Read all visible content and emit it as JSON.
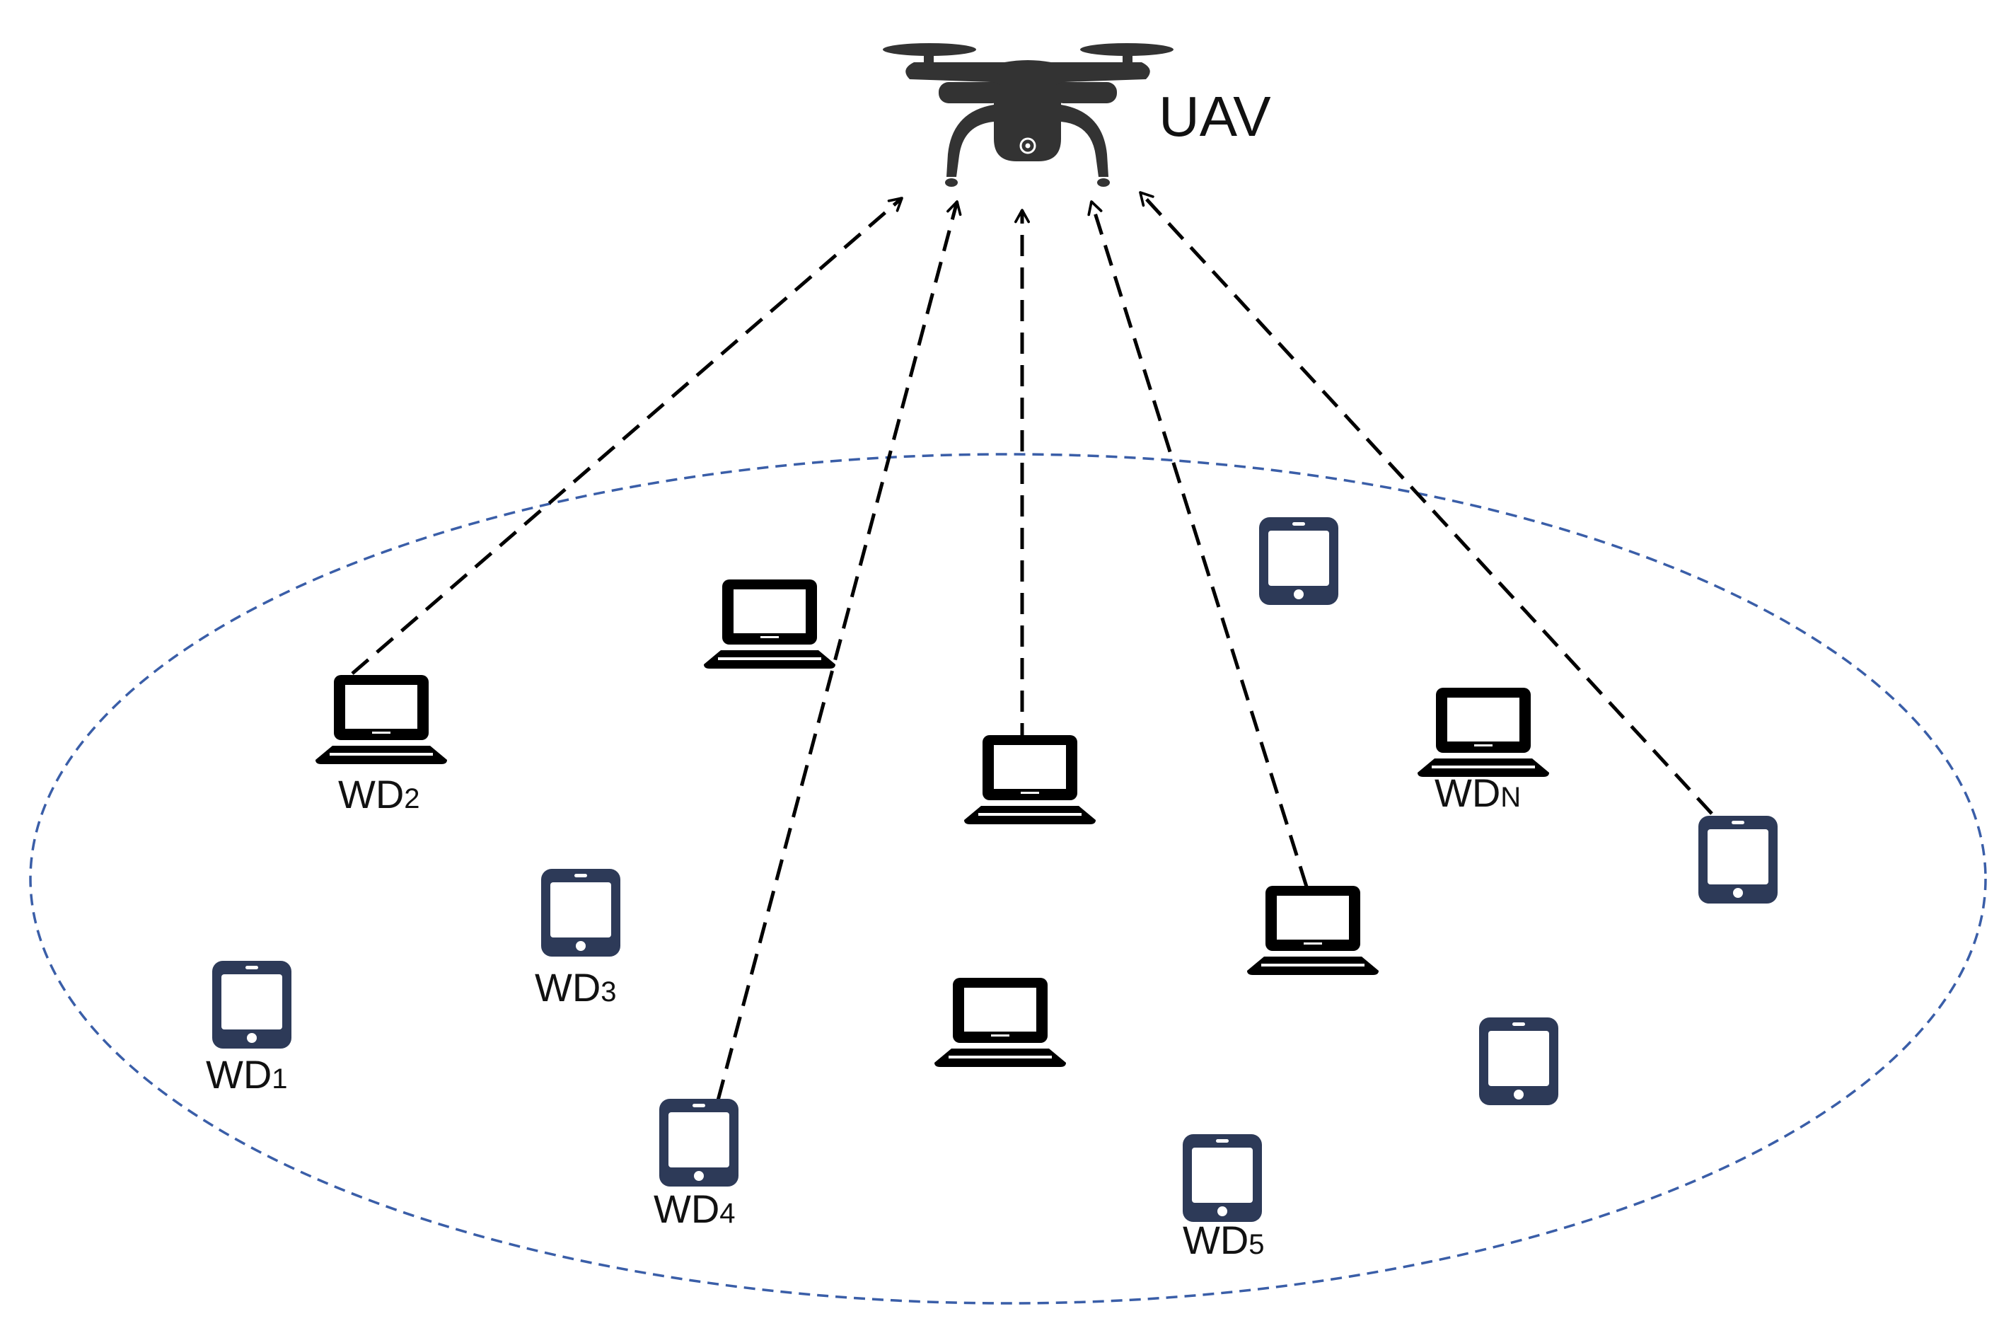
{
  "uav": {
    "label": "UAV"
  },
  "devices": [
    {
      "id": "wd1",
      "kind": "tablet",
      "label": "WD",
      "sub": "1",
      "linked": false
    },
    {
      "id": "wd2",
      "kind": "laptop",
      "label": "WD",
      "sub": "2",
      "linked": true
    },
    {
      "id": "wd3",
      "kind": "tablet",
      "label": "WD",
      "sub": "3",
      "linked": false
    },
    {
      "id": "wd4",
      "kind": "tablet",
      "label": "WD",
      "sub": "4",
      "linked": true
    },
    {
      "id": "wd5",
      "kind": "tablet",
      "label": "WD",
      "sub": "5",
      "linked": false
    },
    {
      "id": "wdn",
      "kind": "laptop",
      "label": "WD",
      "sub": "N",
      "linked": false
    },
    {
      "id": "laptop-a",
      "kind": "laptop",
      "label": "",
      "sub": "",
      "linked": false
    },
    {
      "id": "laptop-center",
      "kind": "laptop",
      "label": "",
      "sub": "",
      "linked": true
    },
    {
      "id": "laptop-bottom",
      "kind": "laptop",
      "label": "",
      "sub": "",
      "linked": false
    },
    {
      "id": "laptop-right",
      "kind": "laptop",
      "label": "",
      "sub": "",
      "linked": true
    },
    {
      "id": "tablet-top",
      "kind": "tablet",
      "label": "",
      "sub": "",
      "linked": false
    },
    {
      "id": "tablet-bottom-right",
      "kind": "tablet",
      "label": "",
      "sub": "",
      "linked": false
    },
    {
      "id": "tablet-far-right",
      "kind": "tablet",
      "label": "",
      "sub": "",
      "linked": true
    }
  ],
  "colors": {
    "coverage_area": "#3a5ea8",
    "tablet": "#2d3a58",
    "laptop": "#000000",
    "drone": "#333333",
    "links": "#000000"
  }
}
